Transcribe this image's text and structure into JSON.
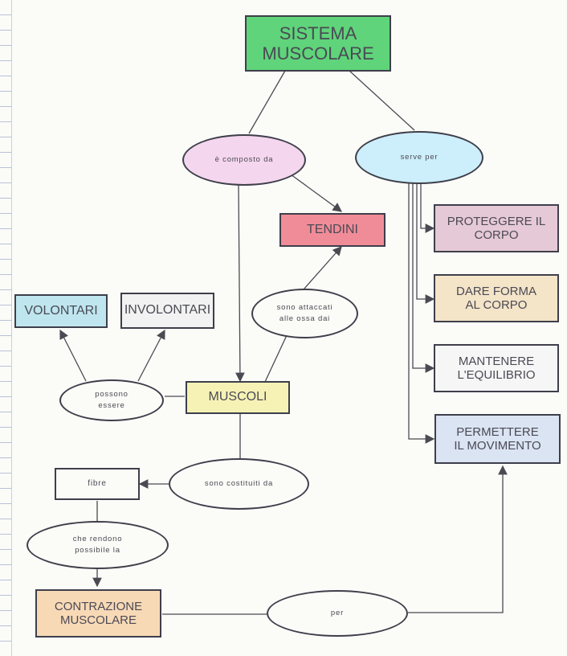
{
  "nodes": {
    "sistema": {
      "text": "SISTEMA\nMUSCOLARE",
      "color": "#5fd47a"
    },
    "composto": {
      "text": "è composto da",
      "color": "#f4d6ee"
    },
    "serve": {
      "text": "serve per",
      "color": "#cdeefb"
    },
    "tendini": {
      "text": "TENDINI",
      "color": "#f08c98"
    },
    "proteggere": {
      "text": "PROTEGGERE IL\nCORPO",
      "color": "#e6c9d6"
    },
    "dare_forma": {
      "text": "DARE FORMA\nAL CORPO",
      "color": "#f4e4c8"
    },
    "mantenere": {
      "text": "MANTENERE\nL'EQUILIBRIO",
      "color": "#f6f6f6"
    },
    "permettere": {
      "text": "PERMETTERE\nIL MOVIMENTO",
      "color": "#dbe4f2"
    },
    "volontari": {
      "text": "VOLONTARI",
      "color": "#bfe6ee"
    },
    "involontari": {
      "text": "INVOLONTARI",
      "color": "#f2f2f2"
    },
    "attaccati": {
      "text": "sono attaccati\nalle ossa dai",
      "color": "#fbfbf8"
    },
    "possono": {
      "text": "possono\nessere",
      "color": "#fbfbf8"
    },
    "muscoli": {
      "text": "MUSCOLI",
      "color": "#f6f2b6"
    },
    "costituiti": {
      "text": "sono costituiti da",
      "color": "#fbfbf8"
    },
    "fibre": {
      "text": "fibre",
      "color": "#fbfbf8"
    },
    "rendono": {
      "text": "che rendono\npossibile la",
      "color": "#fbfbf8"
    },
    "contrazione": {
      "text": "CONTRAZIONE\nMUSCOLARE",
      "color": "#f8d9b6"
    },
    "per": {
      "text": "per",
      "color": "#fbfbf8"
    }
  }
}
